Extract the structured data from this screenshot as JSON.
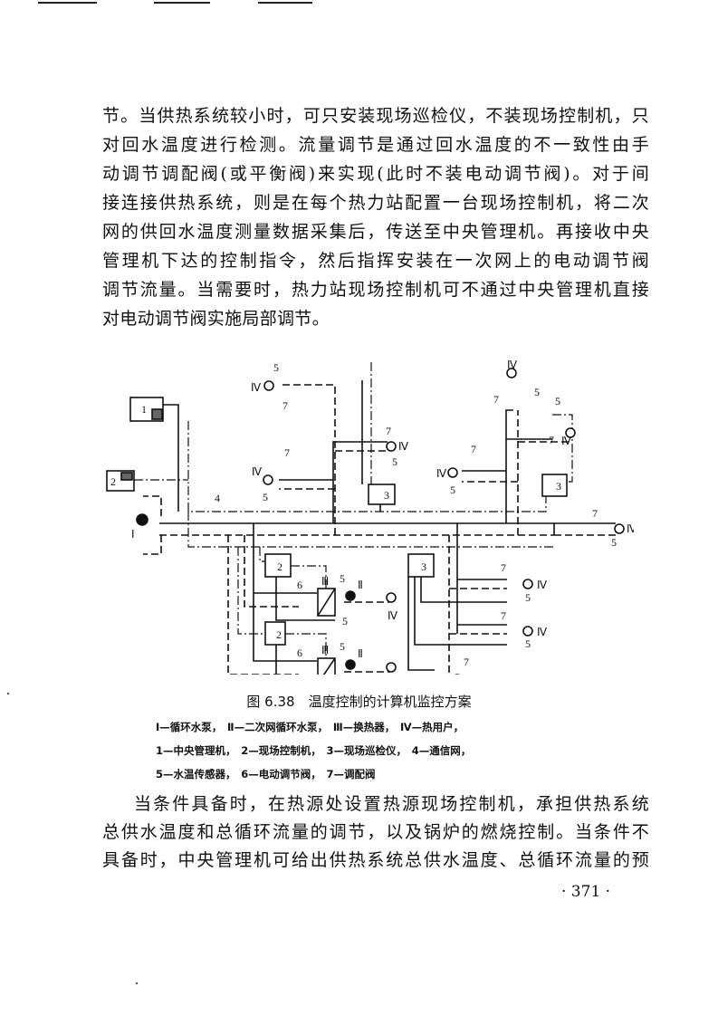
{
  "paragraph1": [
    "节。当供热系统较小时，可只安装现场巡检仪，不装现场控制机，只",
    "对回水温度进行检测。流量调节是通过回水温度的不一致性由手",
    "动调节调配阀(或平衡阀)来实现(此时不装电动调节阀)。对于间",
    "接连接供热系统，则是在每个热力站配置一台现场控制机，将二次",
    "网的供回水温度测量数据采集后，传送至中央管理机。再接收中央",
    "管理机下达的控制指令，然后指挥安装在一次网上的电动调节阀",
    "调节流量。当需要时，热力站现场控制机可不通过中央管理机直接",
    "对电动调节阀实施局部调节。"
  ],
  "figure": {
    "caption": "图 6.38　温度控制的计算机监控方案",
    "legend": [
      "Ⅰ—循环水泵，　Ⅱ—二次网循环水泵，　Ⅲ—换热器，　Ⅳ—热用户，",
      "1—中央管理机，　2—现场控制机，　3—现场巡检仪，　4—通信网，",
      "5—水温传感器，　6—电动调节阀，　7—调配阀"
    ],
    "labels": {
      "central": "1",
      "field_ctrl": "2",
      "inspector": "3",
      "network": "4",
      "sensor": "5",
      "motor_valve": "6",
      "balance_valve": "7",
      "pump": "Ⅰ",
      "pump2": "Ⅱ",
      "hx": "Ⅲ",
      "user": "Ⅳ"
    }
  },
  "paragraph2": [
    "当条件具备时，在热源处设置热源现场控制机，承担供热系统",
    "总供水温度和总循环流量的调节，以及锅炉的燃烧控制。当条件不",
    "具备时，中央管理机可给出供热系统总供水温度、总循环流量的预"
  ],
  "page_number": "· 371 ·"
}
